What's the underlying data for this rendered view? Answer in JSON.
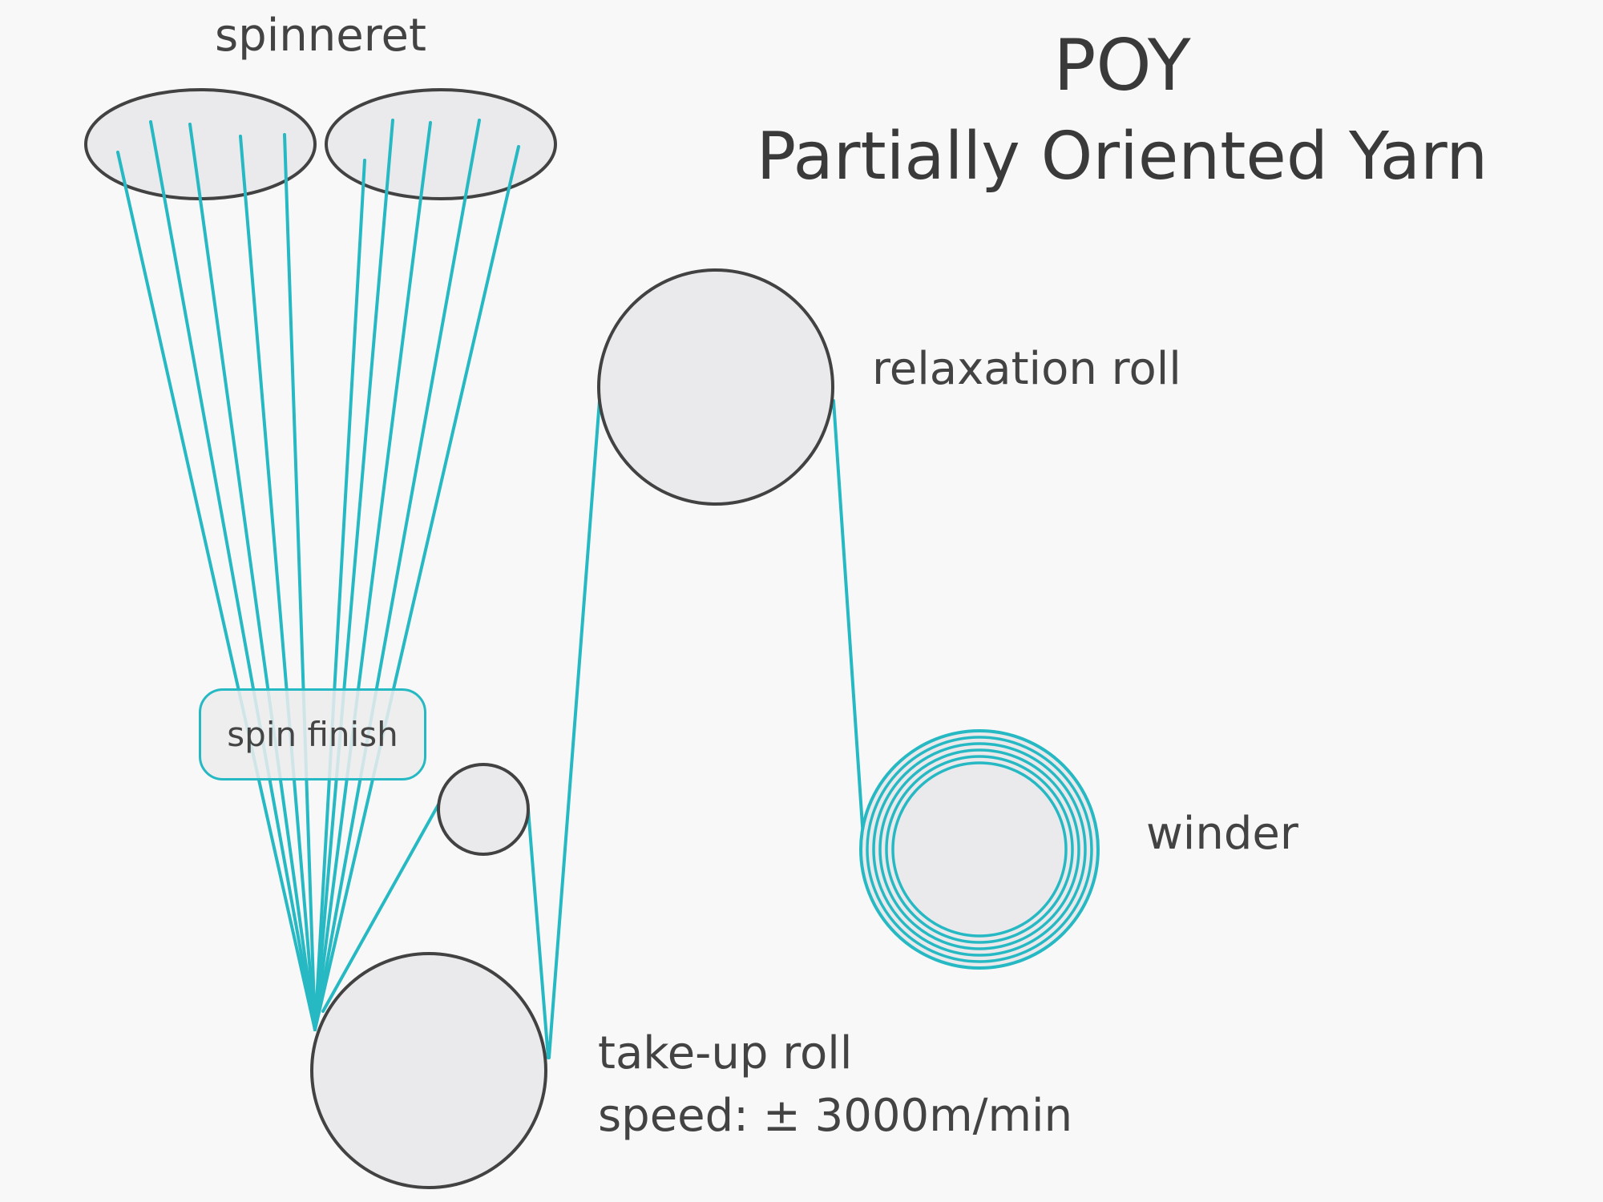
{
  "title": {
    "line1": "POY",
    "line2": "Partially Oriented Yarn"
  },
  "labels": {
    "spinneret": "spinneret",
    "spin_finish": "spin finish",
    "relaxation_roll": "relaxation roll",
    "winder": "winder",
    "take_up_roll": "take-up roll",
    "speed": "speed: ± 3000m/min"
  },
  "colors": {
    "filament": "#27b9c3",
    "outline": "#424242",
    "fill": "#eaeaec",
    "background": "#f8f8f8",
    "text": "#434343"
  }
}
